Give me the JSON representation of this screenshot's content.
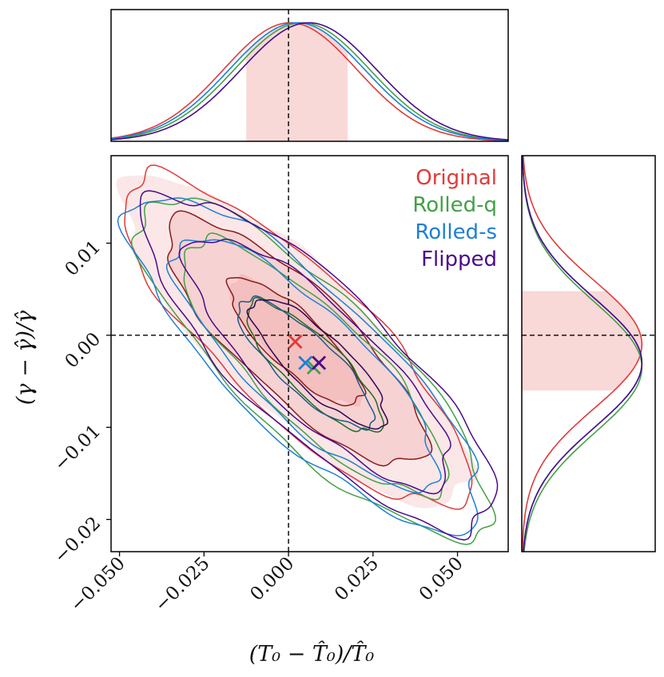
{
  "chart_data": {
    "type": "scatter",
    "xlabel": "(T₀ − T̂₀)/T̂₀",
    "ylabel": "(γ − γ̂)/γ̂",
    "xlim": [
      -0.0525,
      0.065
    ],
    "ylim": [
      -0.0235,
      0.0195
    ],
    "x_ticks": [
      "−0.050",
      "−0.025",
      "0.000",
      "0.025",
      "0.050"
    ],
    "x_tick_values": [
      -0.05,
      -0.025,
      0.0,
      0.025,
      0.05
    ],
    "y_ticks": [
      "−0.02",
      "−0.01",
      "0.00",
      "0.01"
    ],
    "y_tick_values": [
      -0.02,
      -0.01,
      0.0,
      0.01
    ],
    "reference_lines": {
      "x": 0.0,
      "y": 0.0
    },
    "legend_position": "top-right",
    "series": [
      {
        "name": "Original",
        "color": "#e03a3a",
        "dark": "#8b1a1a",
        "filled": true,
        "marker": [
          0.002,
          -0.0007
        ],
        "x_sigma": 0.0197,
        "y_sigma": 0.0069,
        "corr": -0.82
      },
      {
        "name": "Rolled-q",
        "color": "#43a047",
        "dark": "#1f6b22",
        "filled": false,
        "marker": [
          0.0075,
          -0.0035
        ],
        "x_sigma": 0.02,
        "y_sigma": 0.0071,
        "corr": -0.82
      },
      {
        "name": "Rolled-s",
        "color": "#1e7fd6",
        "dark": "#1a5a8a",
        "filled": false,
        "marker": [
          0.005,
          -0.003
        ],
        "x_sigma": 0.02,
        "y_sigma": 0.007,
        "corr": -0.82
      },
      {
        "name": "Flipped",
        "color": "#4b0a8c",
        "dark": "#2e0557",
        "filled": false,
        "marker": [
          0.009,
          -0.003
        ],
        "x_sigma": 0.02,
        "y_sigma": 0.007,
        "corr": -0.82
      }
    ],
    "x_marginal_band": [
      -0.0125,
      0.0175
    ],
    "y_marginal_band": [
      -0.006,
      0.0048
    ]
  }
}
